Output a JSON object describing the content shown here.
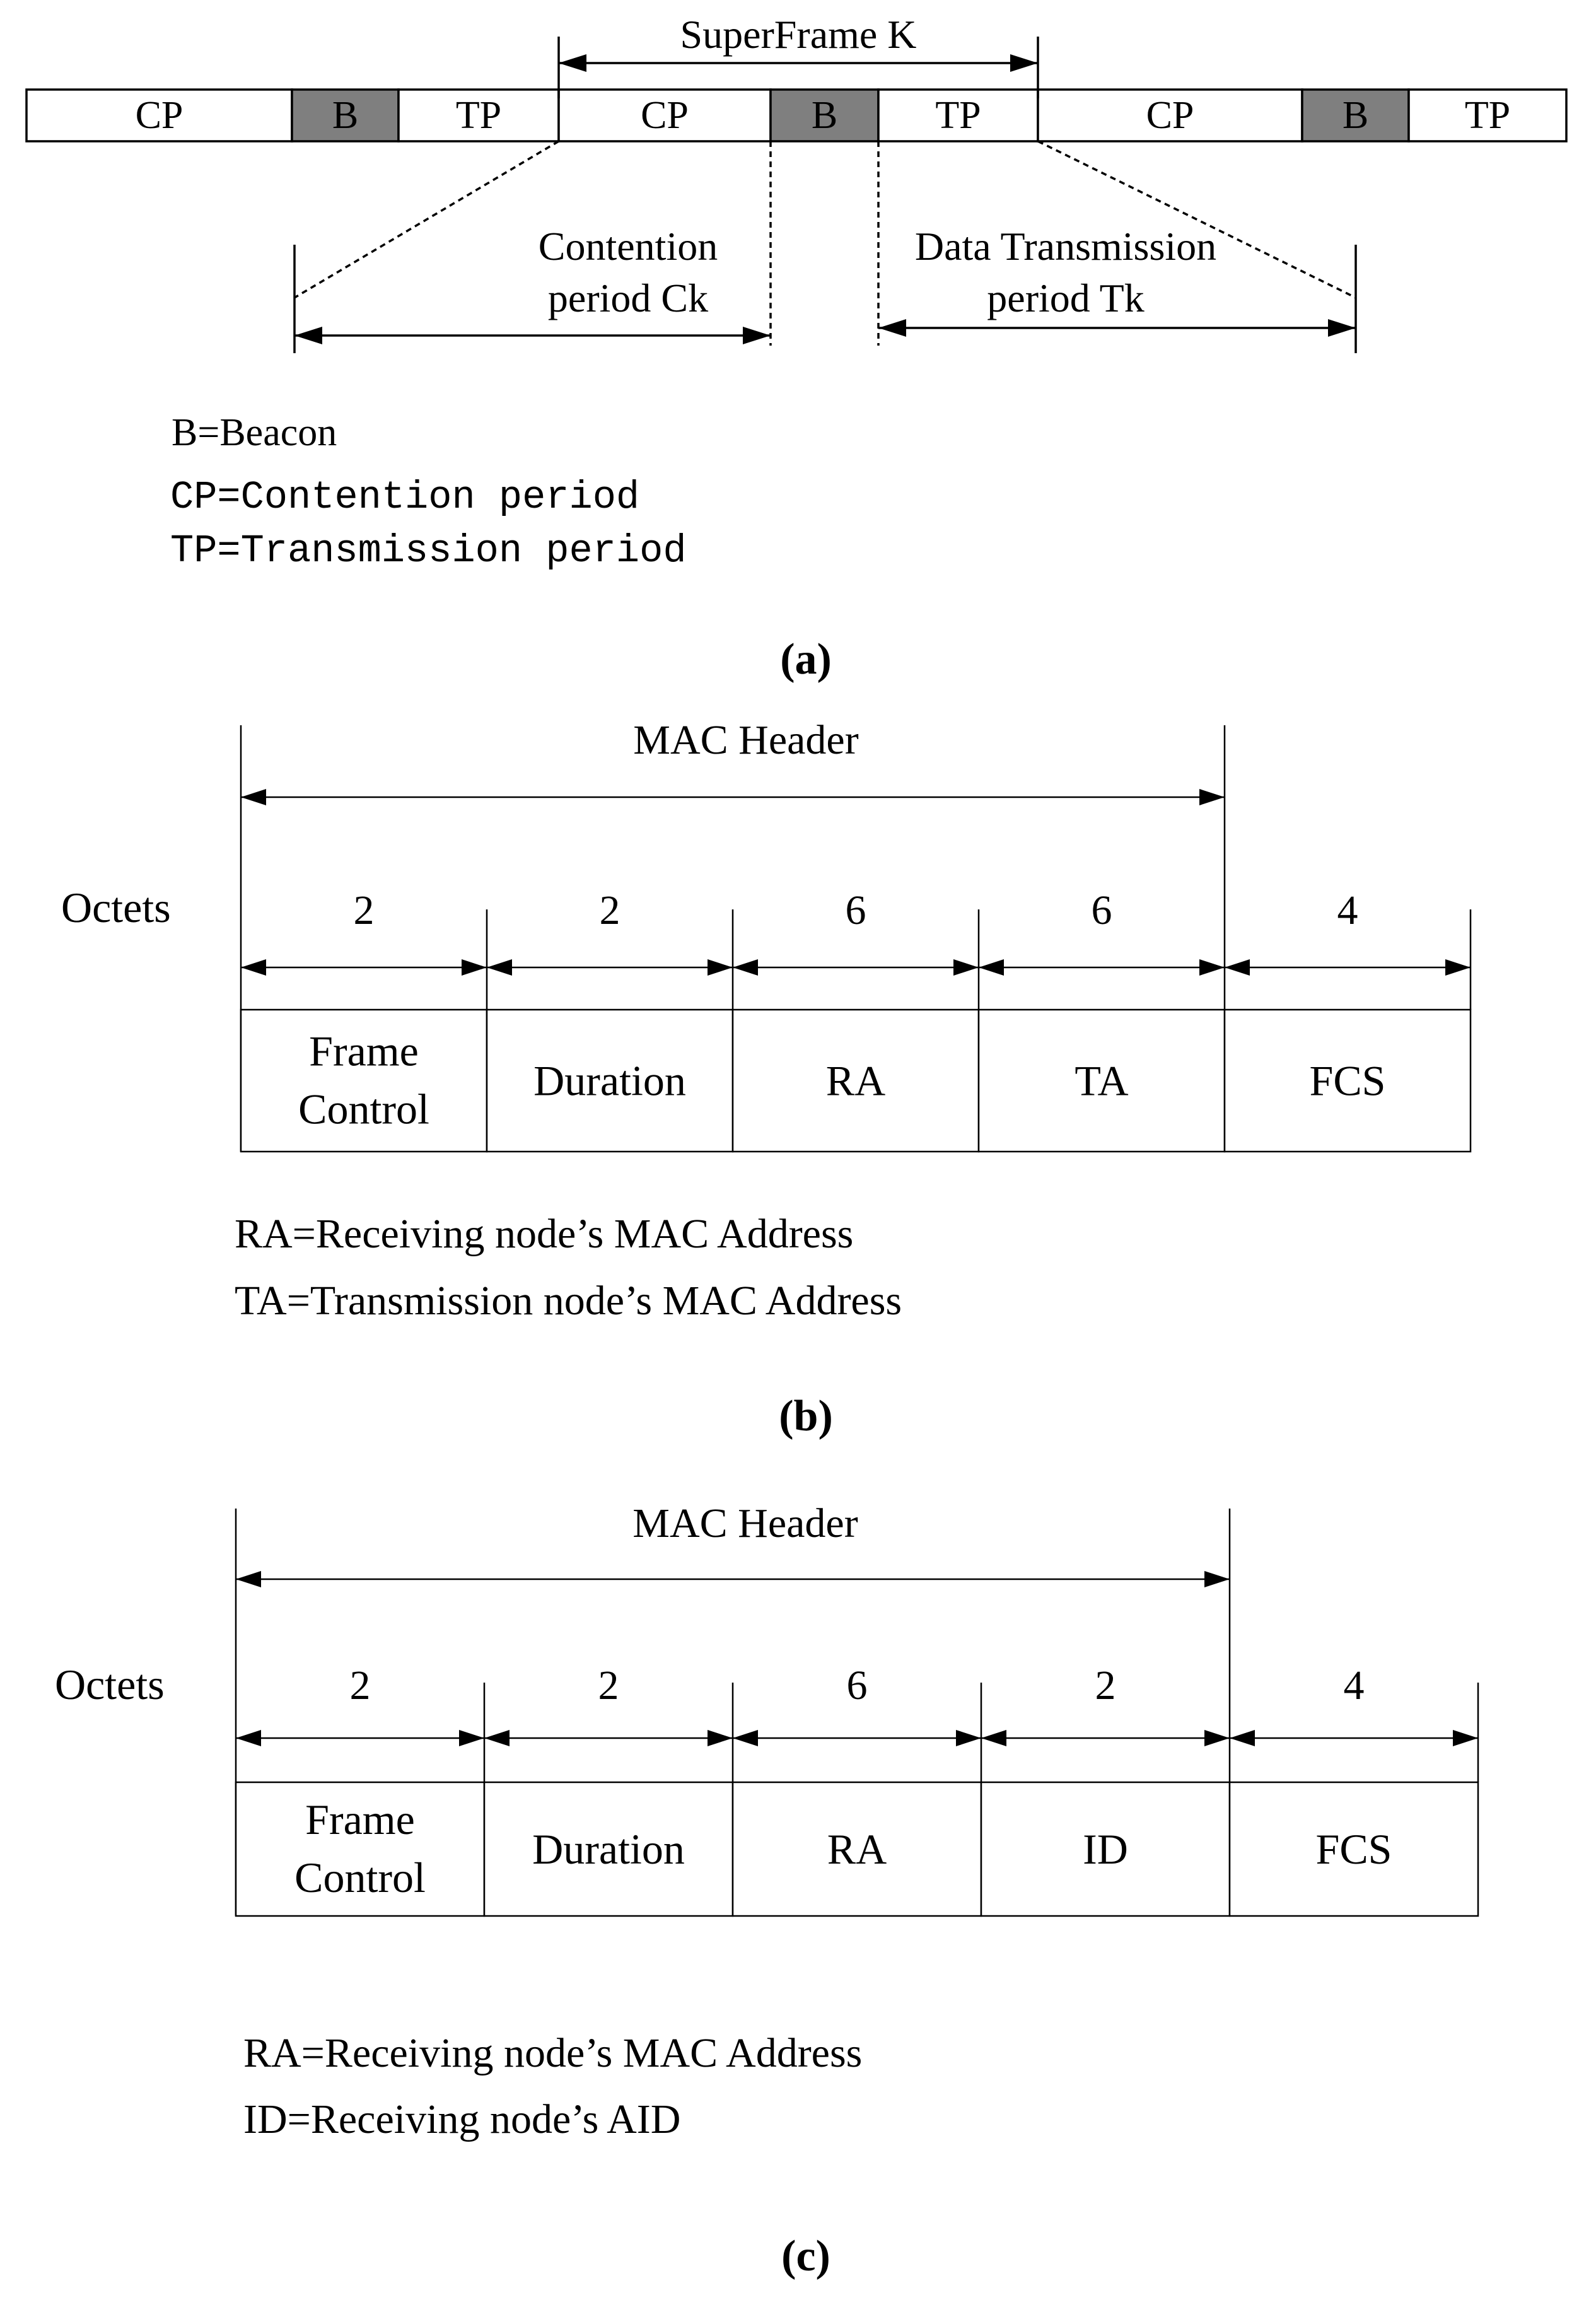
{
  "panel_a": {
    "superframe_label": "SuperFrame K",
    "segments": [
      {
        "label": "CP",
        "kind": "contention"
      },
      {
        "label": "B",
        "kind": "beacon"
      },
      {
        "label": "TP",
        "kind": "transmission"
      },
      {
        "label": "CP",
        "kind": "contention"
      },
      {
        "label": "B",
        "kind": "beacon"
      },
      {
        "label": "TP",
        "kind": "transmission"
      },
      {
        "label": "CP",
        "kind": "contention"
      },
      {
        "label": "B",
        "kind": "beacon"
      },
      {
        "label": "TP",
        "kind": "transmission"
      }
    ],
    "contention_label": [
      "Contention",
      "period Ck"
    ],
    "transmission_label": [
      "Data Transmission",
      "period Tk"
    ],
    "legend": [
      "B=Beacon",
      "CP=Contention period",
      "TP=Transmission period"
    ],
    "caption": "(a)"
  },
  "panel_b": {
    "mac_header_label": "MAC Header",
    "octets_label": "Octets",
    "fields": [
      {
        "octets": "2",
        "name": [
          "Frame",
          "Control"
        ]
      },
      {
        "octets": "2",
        "name": [
          "Duration"
        ]
      },
      {
        "octets": "6",
        "name": [
          "RA"
        ]
      },
      {
        "octets": "6",
        "name": [
          "TA"
        ]
      },
      {
        "octets": "4",
        "name": [
          "FCS"
        ]
      }
    ],
    "legend": [
      "RA=Receiving node’s MAC Address",
      "TA=Transmission node’s MAC Address"
    ],
    "caption": "(b)"
  },
  "panel_c": {
    "mac_header_label": "MAC Header",
    "octets_label": "Octets",
    "fields": [
      {
        "octets": "2",
        "name": [
          "Frame",
          "Control"
        ]
      },
      {
        "octets": "2",
        "name": [
          "Duration"
        ]
      },
      {
        "octets": "6",
        "name": [
          "RA"
        ]
      },
      {
        "octets": "2",
        "name": [
          "ID"
        ]
      },
      {
        "octets": "4",
        "name": [
          "FCS"
        ]
      }
    ],
    "legend": [
      "RA=Receiving node’s MAC Address",
      "ID=Receiving node’s AID"
    ],
    "caption": "(c)"
  },
  "colors": {
    "beacon_fill": "#7f7f7f",
    "segment_fill": "#ffffff",
    "stroke": "#000000"
  }
}
